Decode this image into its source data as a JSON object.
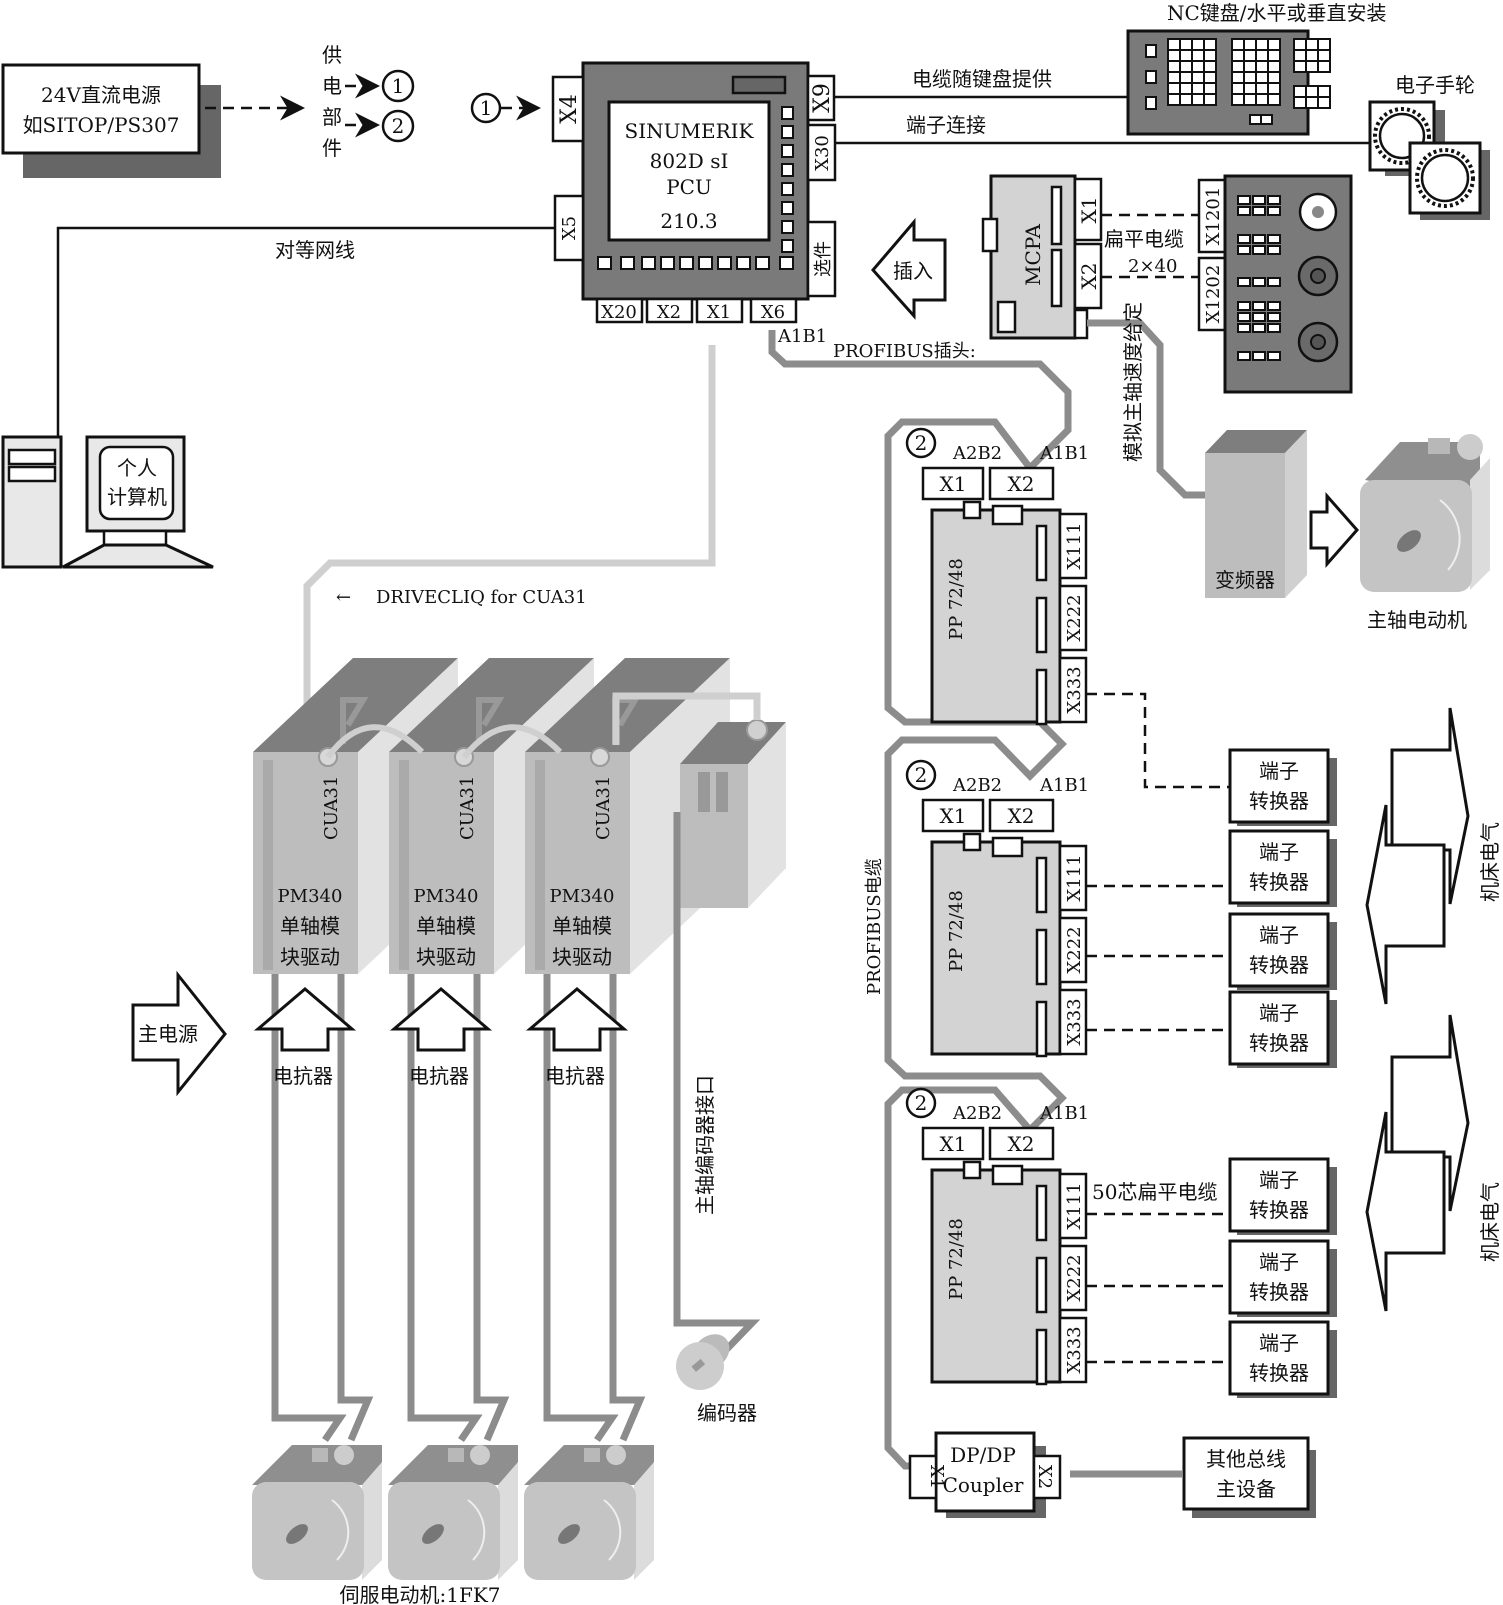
{
  "power_supply": {
    "line1": "24V直流电源",
    "line2": "如SITOP/PS307",
    "supply_label": [
      "供",
      "电",
      "部",
      "件"
    ],
    "markers": [
      "1",
      "2"
    ]
  },
  "pcu": {
    "title": "SINUMERIK",
    "model": "802D  sI",
    "type": "PCU",
    "number": "210.3",
    "ports": {
      "x4": "X4",
      "x5": "X5",
      "x9": "X9",
      "x30": "X30",
      "option": "选件",
      "x20": "X20",
      "x2": "X2",
      "x1": "X1",
      "x6": "X6"
    },
    "input_marker": "1"
  },
  "cables": {
    "keyboard_cable": "电缆随键盘提供",
    "terminal_conn": "端子连接",
    "peer_network": "对等网线",
    "a1b1": "A1B1",
    "profibus_plug": "PROFIBUS插头:",
    "flat_cable": "扁平电缆",
    "flat_cable_size": "2×40",
    "analog_spindle": "模拟主轴速度给定",
    "drive_cliq": "DRIVECLIQ for CUA31",
    "drive_cliq_arrow": "←",
    "profibus_cable": "PROFIBUS电缆",
    "flat50": "50芯扁平电缆",
    "spindle_encoder_if": "主轴编码器接口"
  },
  "nc_keyboard": {
    "title": "NC键盘/水平或垂直安装"
  },
  "handwheel": {
    "title": "电子手轮"
  },
  "mcpa": {
    "title": "MCPA",
    "x1": "X1",
    "x2": "X2",
    "insert": "插入"
  },
  "mcp": {
    "x1201": "X1201",
    "x1202": "X1202"
  },
  "pc": {
    "line1": "个人",
    "line2": "计算机"
  },
  "inverter": {
    "label": "变频器"
  },
  "spindle_motor": {
    "label": "主轴电动机"
  },
  "drives": [
    {
      "cu": "CUA31",
      "pm": "PM340",
      "desc1": "单轴模",
      "desc2": "块驱动",
      "reactor": "电抗器"
    },
    {
      "cu": "CUA31",
      "pm": "PM340",
      "desc1": "单轴模",
      "desc2": "块驱动",
      "reactor": "电抗器"
    },
    {
      "cu": "CUA31",
      "pm": "PM340",
      "desc1": "单轴模",
      "desc2": "块驱动",
      "reactor": "电抗器"
    }
  ],
  "main_power": "主电源",
  "encoder": {
    "label": "编码器"
  },
  "servo_motors": {
    "label": "伺服电动机:1FK7"
  },
  "pp_modules": [
    {
      "marker": "2",
      "a2b2": "A2B2",
      "a1b1": "A1B1",
      "x1": "X1",
      "x2": "X2",
      "name": "PP  72/48",
      "x111": "X111",
      "x222": "X222",
      "x333": "X333"
    },
    {
      "marker": "2",
      "a2b2": "A2B2",
      "a1b1": "A1B1",
      "x1": "X1",
      "x2": "X2",
      "name": "PP  72/48",
      "x111": "X111",
      "x222": "X222",
      "x333": "X333"
    },
    {
      "marker": "2",
      "a2b2": "A2B2",
      "a1b1": "A1B1",
      "x1": "X1",
      "x2": "X2",
      "name": "PP  72/48",
      "x111": "X111",
      "x222": "X222",
      "x333": "X333"
    }
  ],
  "terminal_converter": {
    "line1": "端子",
    "line2": "转换器"
  },
  "machine_electrical": "机床电气",
  "dp_coupler": {
    "line1": "DP/DP",
    "line2": "Coupler",
    "x1": "X1",
    "x2": "X2"
  },
  "other_bus": {
    "line1": "其他总线",
    "line2": "主设备"
  }
}
